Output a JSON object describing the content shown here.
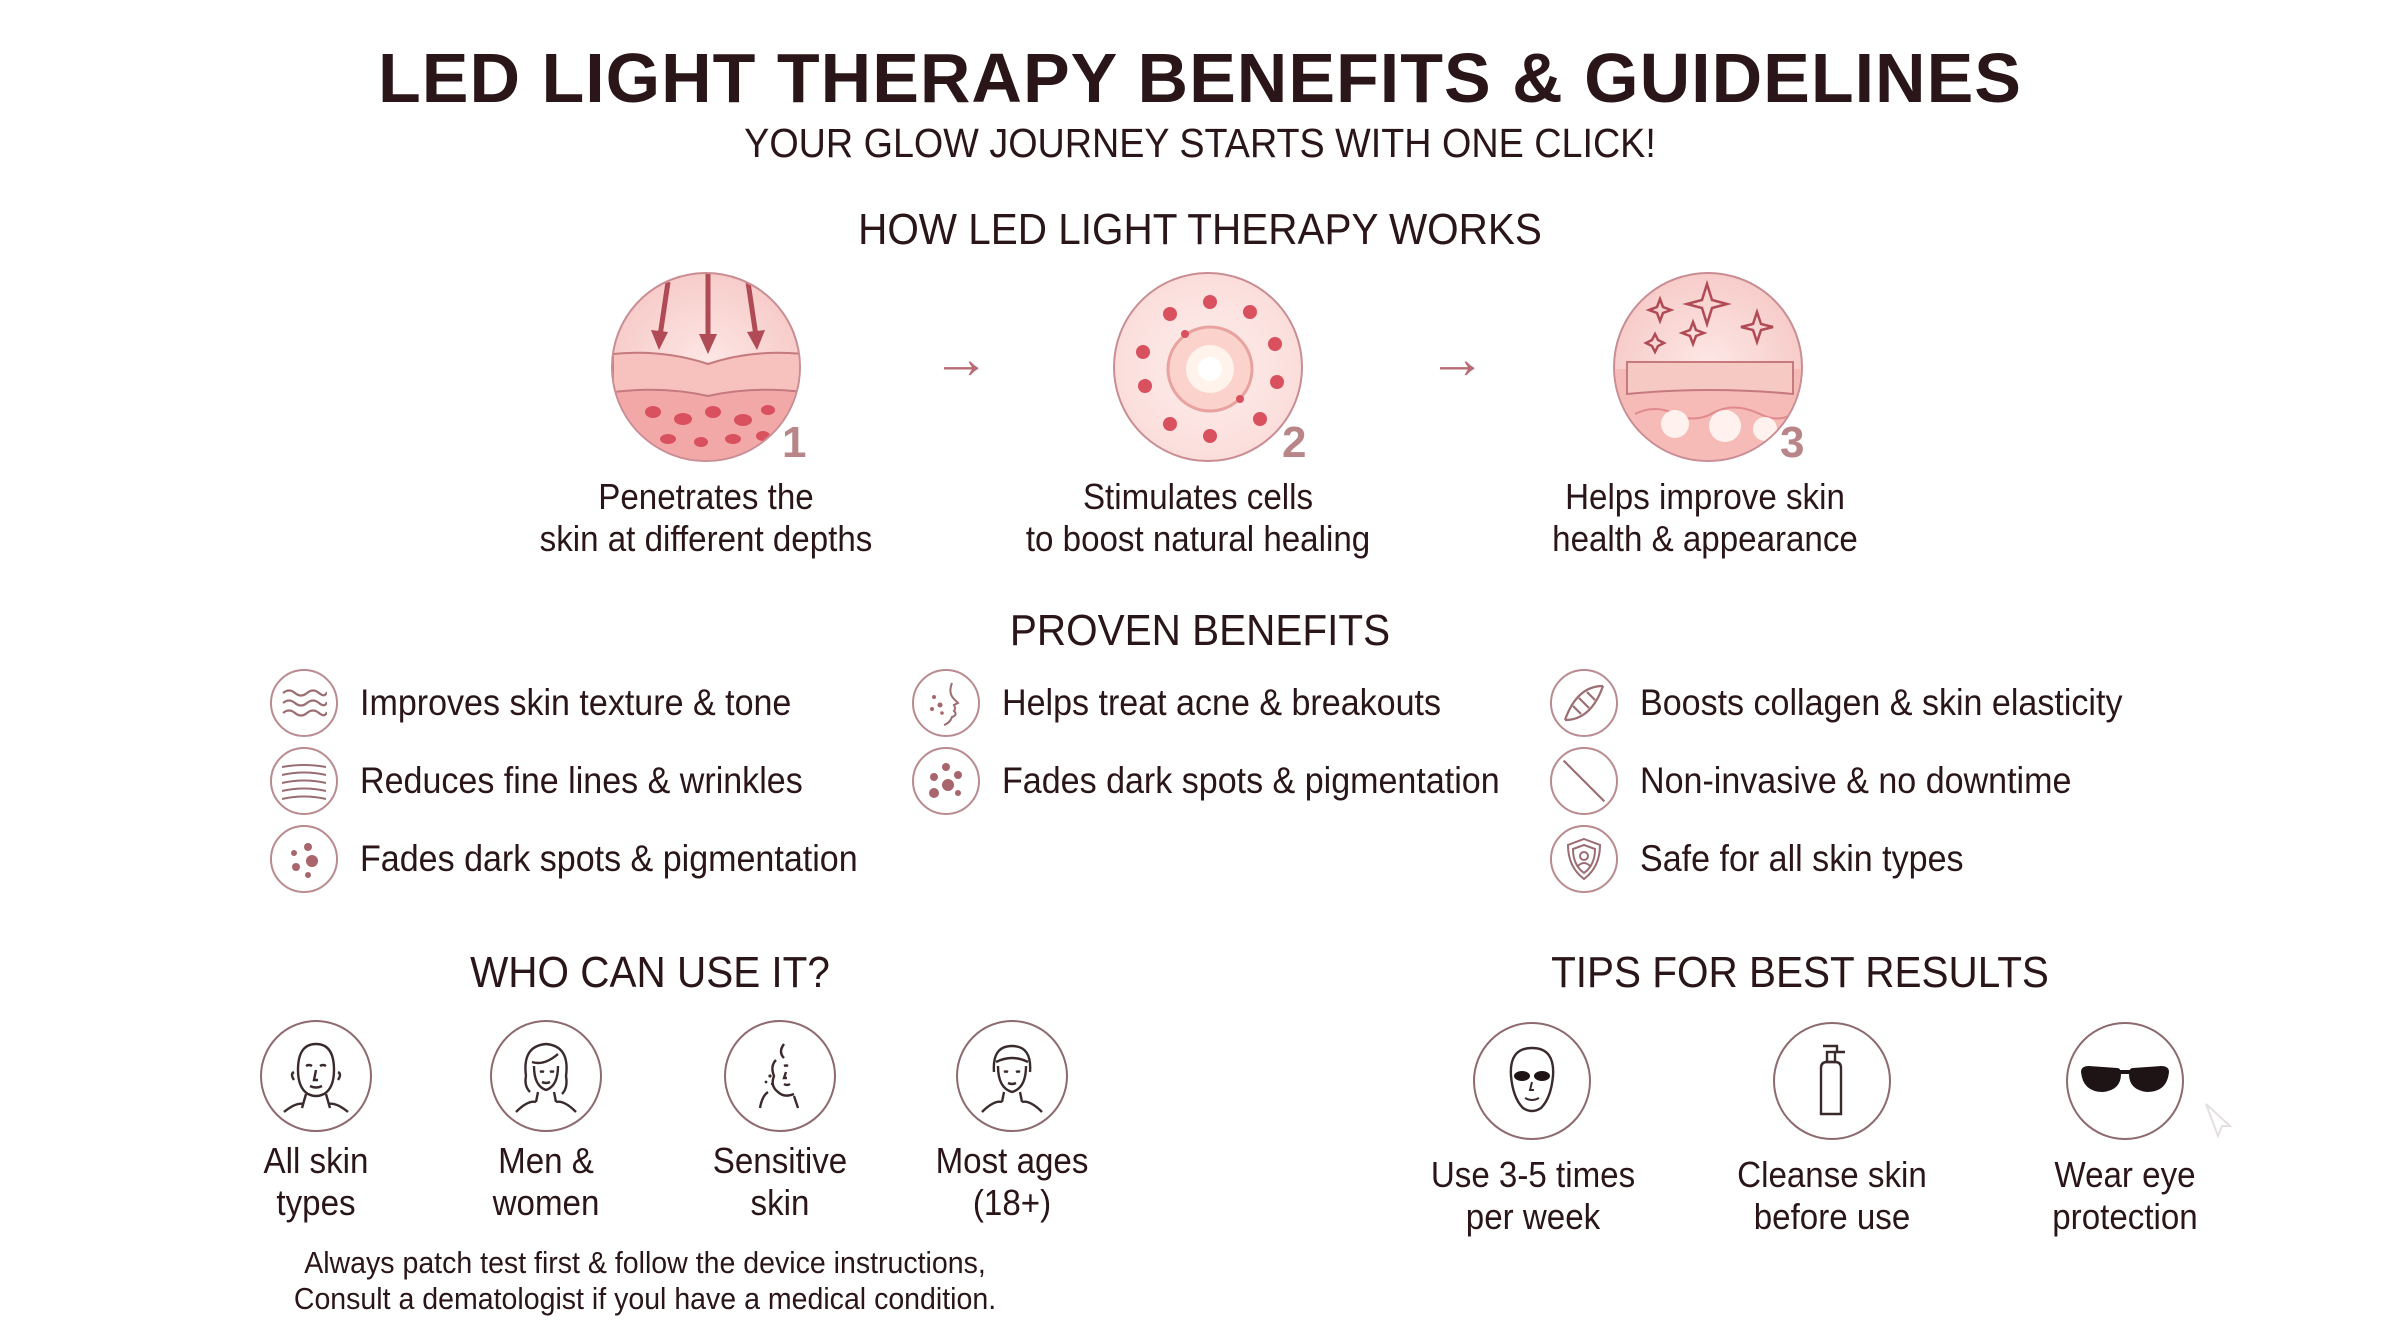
{
  "header": {
    "title": "LED LIGHT THERAPY BENEFITS & GUIDELINES",
    "subtitle": "YOUR GLOW JOURNEY STARTS WITH ONE CLICK!"
  },
  "how_it_works": {
    "heading": "HOW LED LIGHT THERAPY WORKS",
    "steps": [
      {
        "number": "1",
        "line1": "Penetrates the",
        "line2": "skin at different depths",
        "icon": "skin-layers-light-arrows-icon"
      },
      {
        "number": "2",
        "line1": "Stimulates cells",
        "line2": "to boost natural healing",
        "icon": "glowing-cell-icon"
      },
      {
        "number": "3",
        "line1": "Helps improve skin",
        "line2": "health & appearance",
        "icon": "sparkling-skin-icon"
      }
    ],
    "arrow": "→"
  },
  "benefits": {
    "heading": "PROVEN BENEFITS",
    "items": [
      {
        "text": "Improves skin texture & tone",
        "icon": "waves-icon"
      },
      {
        "text": "Reduces fine lines & wrinkles",
        "icon": "lines-icon"
      },
      {
        "text": "Fades dark spots & pigmentation",
        "icon": "dots-icon"
      },
      {
        "text": "Helps treat acne & breakouts",
        "icon": "face-profile-icon"
      },
      {
        "text": "Fades dark spots & pigmentation",
        "icon": "dots-icon"
      },
      {
        "text": "Boosts collagen & skin elasticity",
        "icon": "dna-icon"
      },
      {
        "text": "Non-invasive & no downtime",
        "icon": "prohibited-icon"
      },
      {
        "text": "Safe for all skin types",
        "icon": "shield-icon"
      }
    ]
  },
  "who": {
    "heading": "WHO CAN USE IT?",
    "items": [
      {
        "line1": "All skin",
        "line2": "types",
        "icon": "bald-face-icon"
      },
      {
        "line1": "Men &",
        "line2": "women",
        "icon": "woman-face-icon"
      },
      {
        "line1": "Sensitive",
        "line2": "skin",
        "icon": "sensitive-face-icon"
      },
      {
        "line1": "Most ages",
        "line2": "(18+)",
        "icon": "person-face-icon"
      }
    ],
    "disclaimer_line1": "Always patch test first & follow the device instructions,",
    "disclaimer_line2": "Consult a dematologist if youl have a medical condition."
  },
  "tips": {
    "heading": "TIPS FOR BEST RESULTS",
    "items": [
      {
        "line1": "Use 3-5 times",
        "line2": "per week",
        "icon": "led-mask-icon"
      },
      {
        "line1": "Cleanse skin",
        "line2": "before use",
        "icon": "cleanser-bottle-icon"
      },
      {
        "line1": "Wear eye",
        "line2": "protection",
        "icon": "goggles-icon"
      }
    ]
  },
  "colors": {
    "text": "#2a1518",
    "accent": "#b86b73",
    "circle_fill": "#f7cdca",
    "icon_stroke": "#8d6a6e"
  }
}
